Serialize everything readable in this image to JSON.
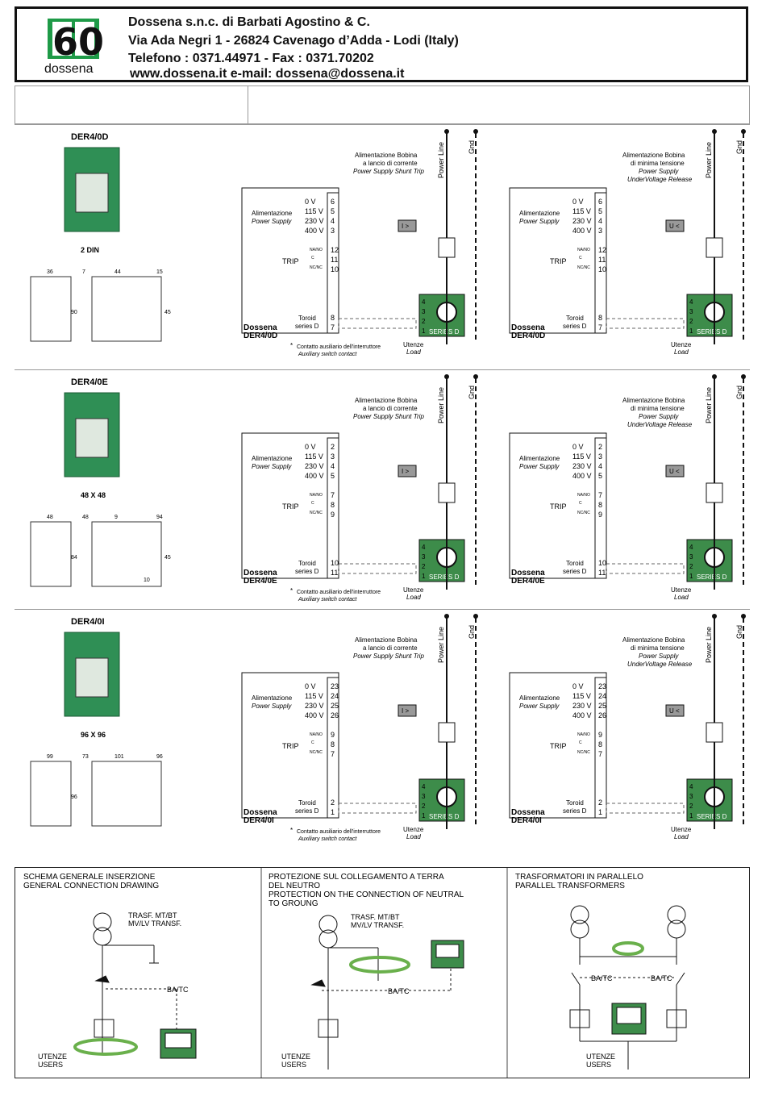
{
  "header": {
    "logo_number": "60",
    "logo_text": "dossena",
    "company": "Dossena s.n.c. di Barbati Agostino & C.",
    "address": "Via Ada Negri 1 - 26824 Cavenago d’Adda - Lodi (Italy)",
    "phone": "Telefono : 0371.44971  -  Fax : 0371.70202",
    "web": "www.dossena.it   e-mail: dossena@dossena.it"
  },
  "diagram_labels": {
    "shunt_it_1": "Alimentazione Bobina",
    "shunt_it_2": "a lancio di corrente",
    "shunt_en": "Power Supply Shunt Trip",
    "uv_it_1": "Alimentazione Bobina",
    "uv_it_2": "di minima tensione",
    "uv_en_1": "Power Supply",
    "uv_en_2": "UnderVoltage Release",
    "power_line": "Power Line",
    "gnd": "Gnd",
    "supply_it": "Alimentazione",
    "supply_en": "Power Supply",
    "v0": "0 V",
    "v115": "115 V",
    "v230": "230 V",
    "v400": "400 V",
    "trip": "TRIP",
    "nano": "NA/NO",
    "c": "C",
    "ncnc": "NC/NC",
    "toroid": "Toroid",
    "series": "series D",
    "series_d": "SERIES D",
    "brand": "Dossena",
    "relay_shunt": "I >",
    "relay_uv": "U <",
    "load_it": "Utenze",
    "load_en": "Load",
    "aux_it": "Contatto ausiliario dell'interruttore",
    "aux_en": "Auxiliary switch contact",
    "star": "*"
  },
  "products": [
    {
      "name": "DER4/0D",
      "format": "2 DIN",
      "dims": [
        "36",
        "7",
        "44",
        "15",
        "90",
        "45"
      ],
      "terminals_supply": [
        "6",
        "5",
        "4",
        "3"
      ],
      "terminals_trip": [
        "12",
        "11",
        "10"
      ],
      "terminals_toroid": [
        "8",
        "7"
      ],
      "model": "DER4/0D"
    },
    {
      "name": "DER4/0E",
      "format": "48 X 48",
      "dims": [
        "48",
        "48",
        "9",
        "94",
        "84",
        "45",
        "10"
      ],
      "terminals_supply": [
        "2",
        "3",
        "4",
        "5"
      ],
      "terminals_trip": [
        "7",
        "8",
        "9"
      ],
      "terminals_toroid": [
        "10",
        "11"
      ],
      "model": "DER4/0E"
    },
    {
      "name": "DER4/0I",
      "format": "96 X 96",
      "dims": [
        "99",
        "73",
        "101",
        "96",
        "96"
      ],
      "terminals_supply": [
        "23",
        "24",
        "25",
        "26"
      ],
      "terminals_trip": [
        "9",
        "8",
        "7"
      ],
      "terminals_toroid": [
        "2",
        "1"
      ],
      "model": "DER4/0I"
    }
  ],
  "ct_terminals": [
    "4",
    "3",
    "2",
    "1"
  ],
  "bottom": {
    "p1_title_1": "SCHEMA GENERALE INSERZIONE",
    "p1_title_2": "GENERAL CONNECTION DRAWING",
    "p2_title_1": "PROTEZIONE SUL COLLEGAMENTO A TERRA",
    "p2_title_2": "DEL NEUTRO",
    "p2_title_3": "PROTECTION ON THE CONNECTION OF NEUTRAL",
    "p2_title_4": "TO GROUNG",
    "p3_title_1": "TRASFORMATORI IN PARALLELO",
    "p3_title_2": "PARALLEL TRANSFORMERS",
    "transf_1": "TRASF. MT/BT",
    "transf_2": "MV/LV TRANSF.",
    "batc": "BA/TC",
    "users_1": "UTENZE",
    "users_2": "USERS"
  }
}
